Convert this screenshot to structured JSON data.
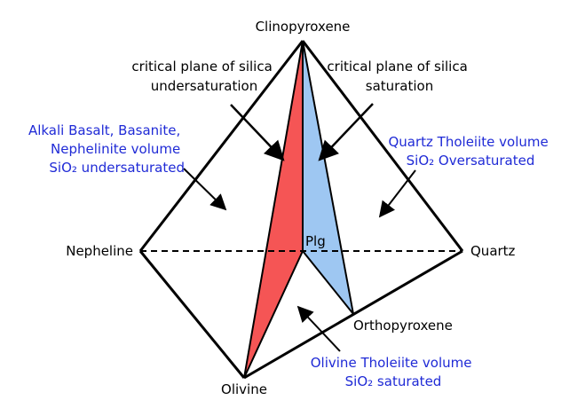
{
  "vertices": {
    "clinopyroxene": "Clinopyroxene",
    "nepheline": "Nepheline",
    "quartz": "Quartz",
    "olivine": "Olivine",
    "orthopyroxene": "Orthopyroxene",
    "plagioclase": "Plg"
  },
  "annotations": {
    "undersat_plane": [
      "critical plane of silica",
      "undersaturation"
    ],
    "sat_plane": [
      "critical plane of silica",
      "saturation"
    ],
    "alkali_volume": [
      "Alkali Basalt, Basanite,",
      "Nephelinite volume",
      "SiO₂ undersaturated"
    ],
    "quartz_volume": [
      "Quartz Tholeiite volume",
      "SiO₂ Oversaturated"
    ],
    "olivine_volume": [
      "Olivine Tholeiite volume",
      "SiO₂ saturated"
    ]
  },
  "colors": {
    "undersaturation_plane": "#f55555",
    "saturation_plane": "#9ec7f2",
    "blue_text": "#1f2ad6",
    "lines": "#000000"
  }
}
